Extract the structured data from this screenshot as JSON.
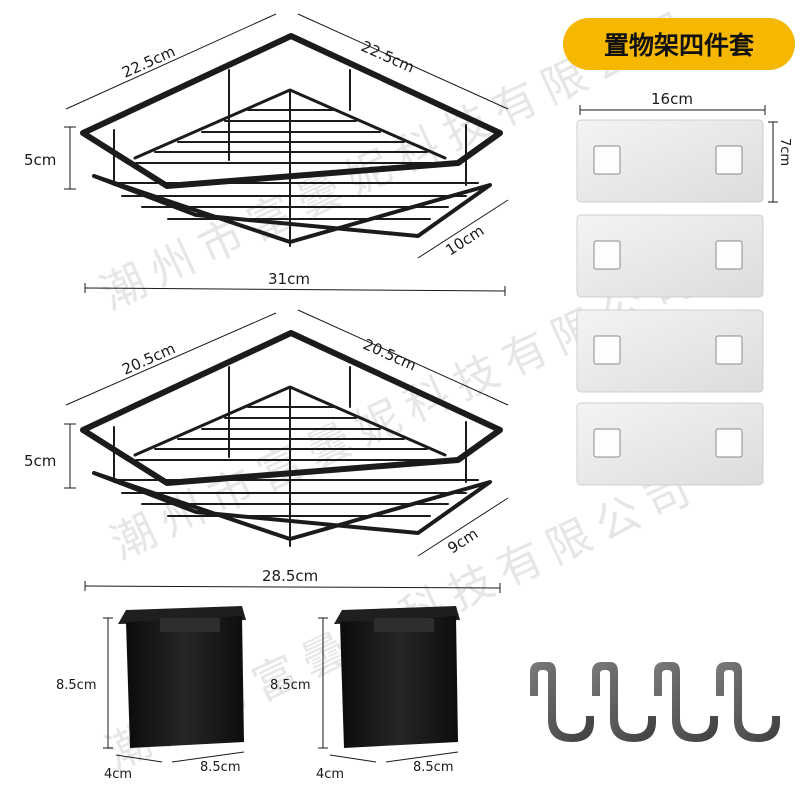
{
  "badge": {
    "title": "置物架四件套",
    "color": "#f6b700"
  },
  "watermark": "潮州市富曇妮科技有限公司",
  "large_shelf": {
    "side_a": "22.5cm",
    "side_b": "22.5cm",
    "height": "5cm",
    "depth": "10cm",
    "width": "31cm"
  },
  "small_shelf": {
    "side_a": "20.5cm",
    "side_b": "20.5cm",
    "height": "5cm",
    "depth": "9cm",
    "width": "28.5cm"
  },
  "adhesive_pads": {
    "width": "16cm",
    "height": "7cm",
    "count": 4
  },
  "cups": [
    {
      "height": "8.5cm",
      "depth": "4cm",
      "width": "8.5cm"
    },
    {
      "height": "8.5cm",
      "depth": "4cm",
      "width": "8.5cm"
    }
  ],
  "hooks": {
    "count": 4,
    "color": "#555555"
  }
}
